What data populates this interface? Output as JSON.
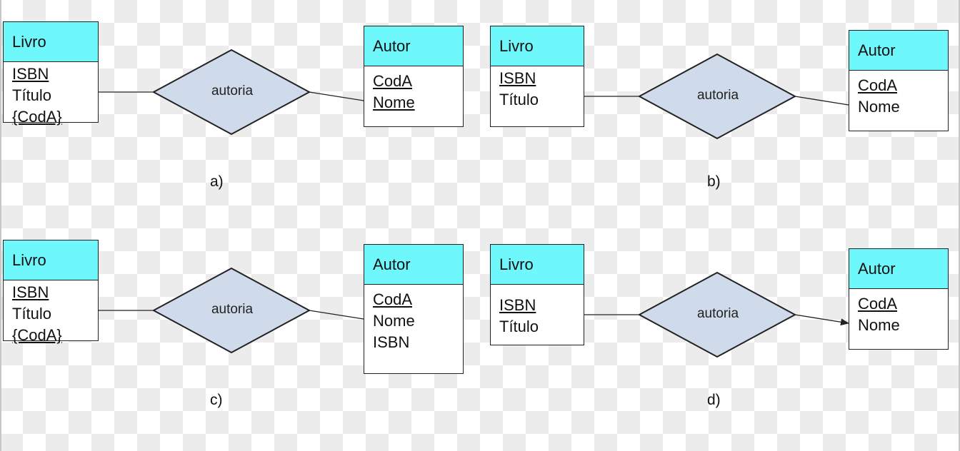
{
  "diagrams": [
    {
      "caption": "a)",
      "left_entity": {
        "name": "Livro",
        "attrs": [
          {
            "text": "ISBN",
            "key": true
          },
          {
            "text": "Título",
            "key": false
          },
          {
            "text": "{CodA}",
            "key": true
          }
        ]
      },
      "relationship": "autoria",
      "right_entity": {
        "name": "Autor",
        "attrs": [
          {
            "text": "CodA",
            "key": true
          },
          {
            "text": "Nome",
            "key": true
          }
        ]
      },
      "arrow": false
    },
    {
      "caption": "b)",
      "left_entity": {
        "name": "Livro",
        "attrs": [
          {
            "text": "ISBN",
            "key": true
          },
          {
            "text": "Título",
            "key": false
          }
        ]
      },
      "relationship": "autoria",
      "right_entity": {
        "name": "Autor",
        "attrs": [
          {
            "text": "CodA",
            "key": true
          },
          {
            "text": "Nome",
            "key": false
          }
        ]
      },
      "arrow": false
    },
    {
      "caption": "c)",
      "left_entity": {
        "name": "Livro",
        "attrs": [
          {
            "text": "ISBN",
            "key": true
          },
          {
            "text": "Título",
            "key": false
          },
          {
            "text": "{CodA}",
            "key": true
          }
        ]
      },
      "relationship": "autoria",
      "right_entity": {
        "name": "Autor",
        "attrs": [
          {
            "text": "CodA",
            "key": true
          },
          {
            "text": "Nome",
            "key": false
          },
          {
            "text": "ISBN",
            "key": false
          }
        ]
      },
      "arrow": false
    },
    {
      "caption": "d)",
      "left_entity": {
        "name": "Livro",
        "attrs": [
          {
            "text": "ISBN",
            "key": true
          },
          {
            "text": "Título",
            "key": false
          }
        ]
      },
      "relationship": "autoria",
      "right_entity": {
        "name": "Autor",
        "attrs": [
          {
            "text": "CodA",
            "key": true
          },
          {
            "text": "Nome",
            "key": false
          }
        ]
      },
      "arrow": true
    }
  ],
  "colors": {
    "entity_header": "#6ff8fc",
    "relationship_fill": "#cfdbea",
    "stroke": "#222222"
  }
}
